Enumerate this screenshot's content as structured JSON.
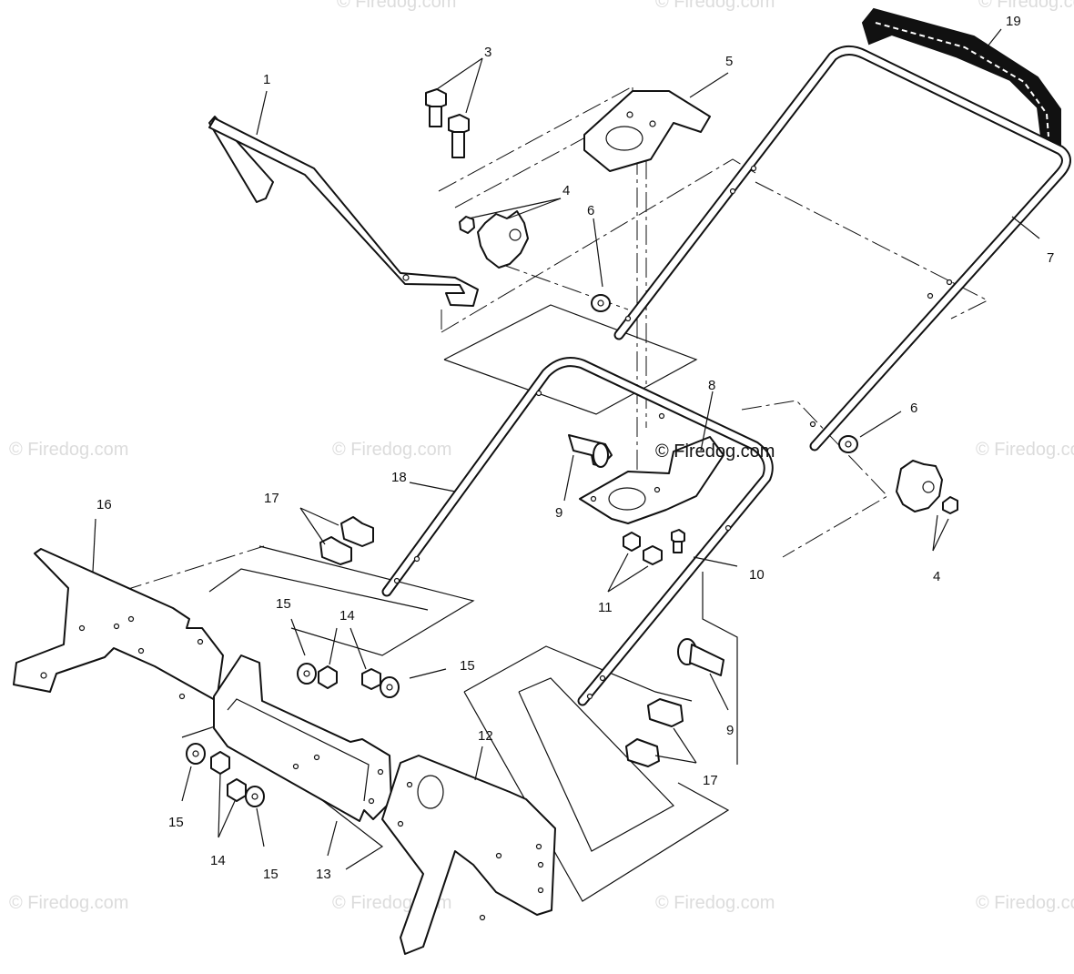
{
  "watermark": {
    "text": "© Firedog.com",
    "center_text": "© Firedog.com"
  },
  "callouts": [
    "1",
    "3",
    "4",
    "5",
    "6",
    "7",
    "8",
    "9",
    "10",
    "11",
    "12",
    "13",
    "14",
    "15",
    "16",
    "17",
    "18",
    "19"
  ],
  "labels": {
    "l1": "1",
    "l3": "3",
    "l4a": "4",
    "l4b": "4",
    "l5": "5",
    "l6a": "6",
    "l6b": "6",
    "l7": "7",
    "l8": "8",
    "l9a": "9",
    "l9b": "9",
    "l10": "10",
    "l11": "11",
    "l12": "12",
    "l13": "13",
    "l14a": "14",
    "l14b": "14",
    "l15a": "15",
    "l15b": "15",
    "l15c": "15",
    "l15d": "15",
    "l16": "16",
    "l17a": "17",
    "l17b": "17",
    "l18": "18",
    "l19": "19"
  }
}
